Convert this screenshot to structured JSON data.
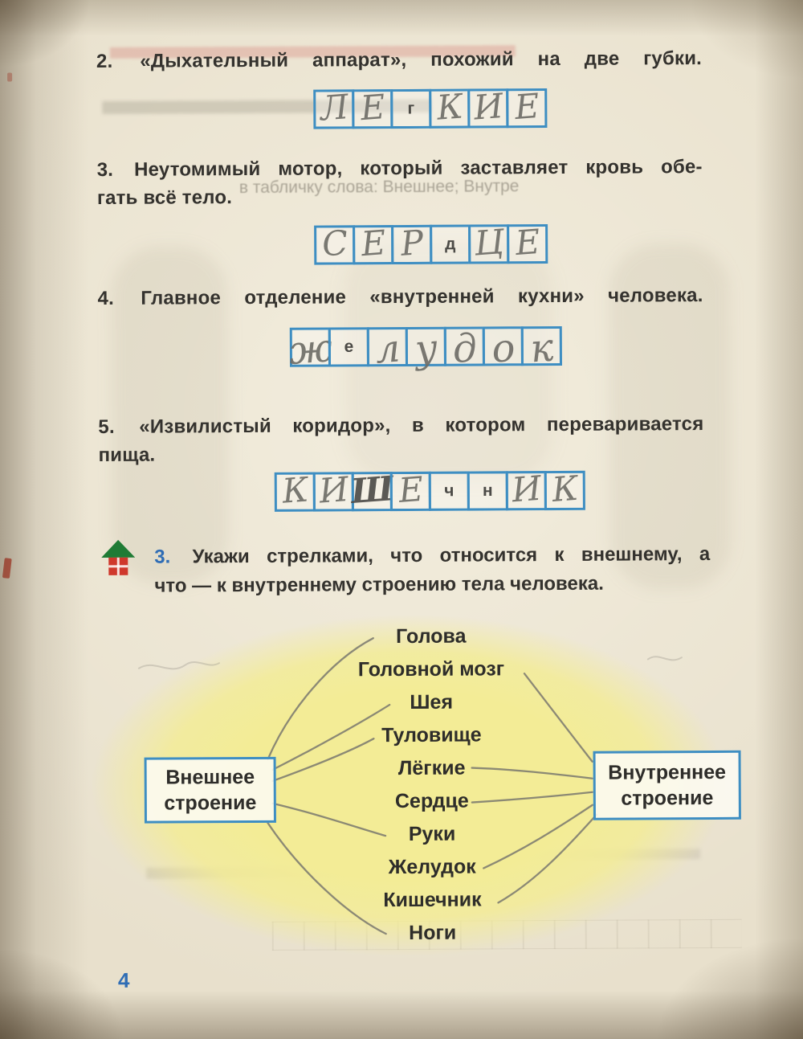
{
  "page_number": "4",
  "colors": {
    "box_border": "#3e8ec2",
    "accent_blue": "#2f6db5",
    "pencil_gray": "#6f6e68",
    "highlight_yellow": "#f3ec96",
    "paper": "#e8e0cc"
  },
  "questions": {
    "q2": {
      "label": "2.",
      "line1": "«Дыхательный аппарат», похожий на две губки."
    },
    "q3": {
      "label": "3.",
      "line1": "Неутомимый мотор, который заставляет кровь обе-",
      "line2": "гать всё тело."
    },
    "q4": {
      "label": "4.",
      "line1": "Главное отделение «внутренней кухни» человека."
    },
    "q5": {
      "label": "5.",
      "line1": "«Извилистый коридор», в котором переваривается",
      "line2": "пища."
    }
  },
  "answers": {
    "a2": {
      "word": "ЛЁГКИЕ",
      "cells": [
        {
          "t": "hand",
          "ch": "Л"
        },
        {
          "t": "hand",
          "ch": "Е"
        },
        {
          "t": "print",
          "ch": "г"
        },
        {
          "t": "hand",
          "ch": "К"
        },
        {
          "t": "hand",
          "ch": "И"
        },
        {
          "t": "hand",
          "ch": "Е"
        }
      ]
    },
    "a3": {
      "word": "СЕРДЦЕ",
      "cells": [
        {
          "t": "hand",
          "ch": "С"
        },
        {
          "t": "hand",
          "ch": "Е"
        },
        {
          "t": "hand",
          "ch": "Р"
        },
        {
          "t": "print",
          "ch": "д"
        },
        {
          "t": "hand",
          "ch": "Ц"
        },
        {
          "t": "hand",
          "ch": "Е"
        }
      ]
    },
    "a4": {
      "word": "ЖЕЛУДОК",
      "cells": [
        {
          "t": "hand",
          "ch": "ж"
        },
        {
          "t": "print",
          "ch": "е"
        },
        {
          "t": "hand",
          "ch": "л"
        },
        {
          "t": "hand",
          "ch": "у"
        },
        {
          "t": "hand",
          "ch": "д"
        },
        {
          "t": "hand",
          "ch": "о"
        },
        {
          "t": "hand",
          "ch": "к"
        }
      ]
    },
    "a5": {
      "word": "КИШЕЧНИК",
      "cells": [
        {
          "t": "hand",
          "ch": "К"
        },
        {
          "t": "hand",
          "ch": "И"
        },
        {
          "t": "hand",
          "ch": "Ш"
        },
        {
          "t": "hand",
          "ch": "Е"
        },
        {
          "t": "print",
          "ch": "ч"
        },
        {
          "t": "print",
          "ch": "н"
        },
        {
          "t": "hand",
          "ch": "И"
        },
        {
          "t": "hand",
          "ch": "К"
        }
      ]
    }
  },
  "task3": {
    "number": "3.",
    "line1": "Укажи стрелками, что относится к внешнему, а",
    "line2": "что — к внутреннему строению тела человека."
  },
  "diagram": {
    "left_box": {
      "line1": "Внешнее",
      "line2": "строение"
    },
    "right_box": {
      "line1": "Внутреннее",
      "line2": "строение"
    },
    "words": [
      "Голова",
      "Головной мозг",
      "Шея",
      "Туловище",
      "Лёгкие",
      "Сердце",
      "Руки",
      "Желудок",
      "Кишечник",
      "Ноги"
    ],
    "connections": {
      "external": [
        "Голова",
        "Шея",
        "Туловище",
        "Руки",
        "Ноги"
      ],
      "internal": [
        "Головной мозг",
        "Лёгкие",
        "Сердце",
        "Желудок",
        "Кишечник"
      ]
    }
  },
  "bleedthrough": {
    "line1": "в табличку слова: Внешнее; Внутре"
  }
}
